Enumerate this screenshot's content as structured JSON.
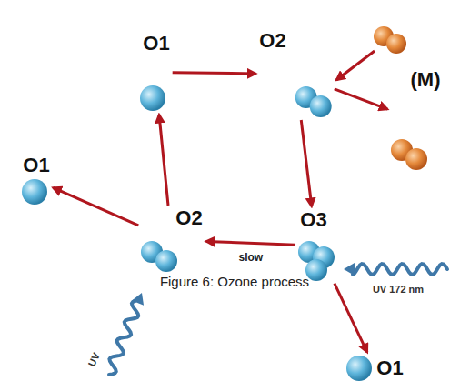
{
  "diagram": {
    "caption": "Figure 6: Ozone process",
    "nodes": [
      {
        "text": [
          "O1"
        ]
      },
      {
        "text": [
          "O2"
        ]
      },
      {
        "text": [
          "(M)"
        ]
      },
      {
        "text": [
          "O1"
        ]
      },
      {
        "text": [
          "O2"
        ]
      },
      {
        "text": [
          "O3"
        ]
      },
      {
        "text": [
          "O1"
        ]
      }
    ],
    "edges": [
      {
        "from": 0,
        "to": 1,
        "arrow": "to"
      },
      {
        "from": 1,
        "to": 2,
        "arrow": "to"
      },
      {
        "from": 1,
        "to": 5,
        "arrow": "to"
      },
      {
        "from": 5,
        "to": 4,
        "label": "slow",
        "arrow": "to"
      },
      {
        "from": 4,
        "to": 0,
        "arrow": "to"
      },
      {
        "from": 4,
        "to": 3,
        "arrow": "to"
      },
      {
        "from": 5,
        "to": 6,
        "arrow": "to"
      }
    ],
    "labels": [
      "UV 172 nm",
      "UV"
    ]
  }
}
